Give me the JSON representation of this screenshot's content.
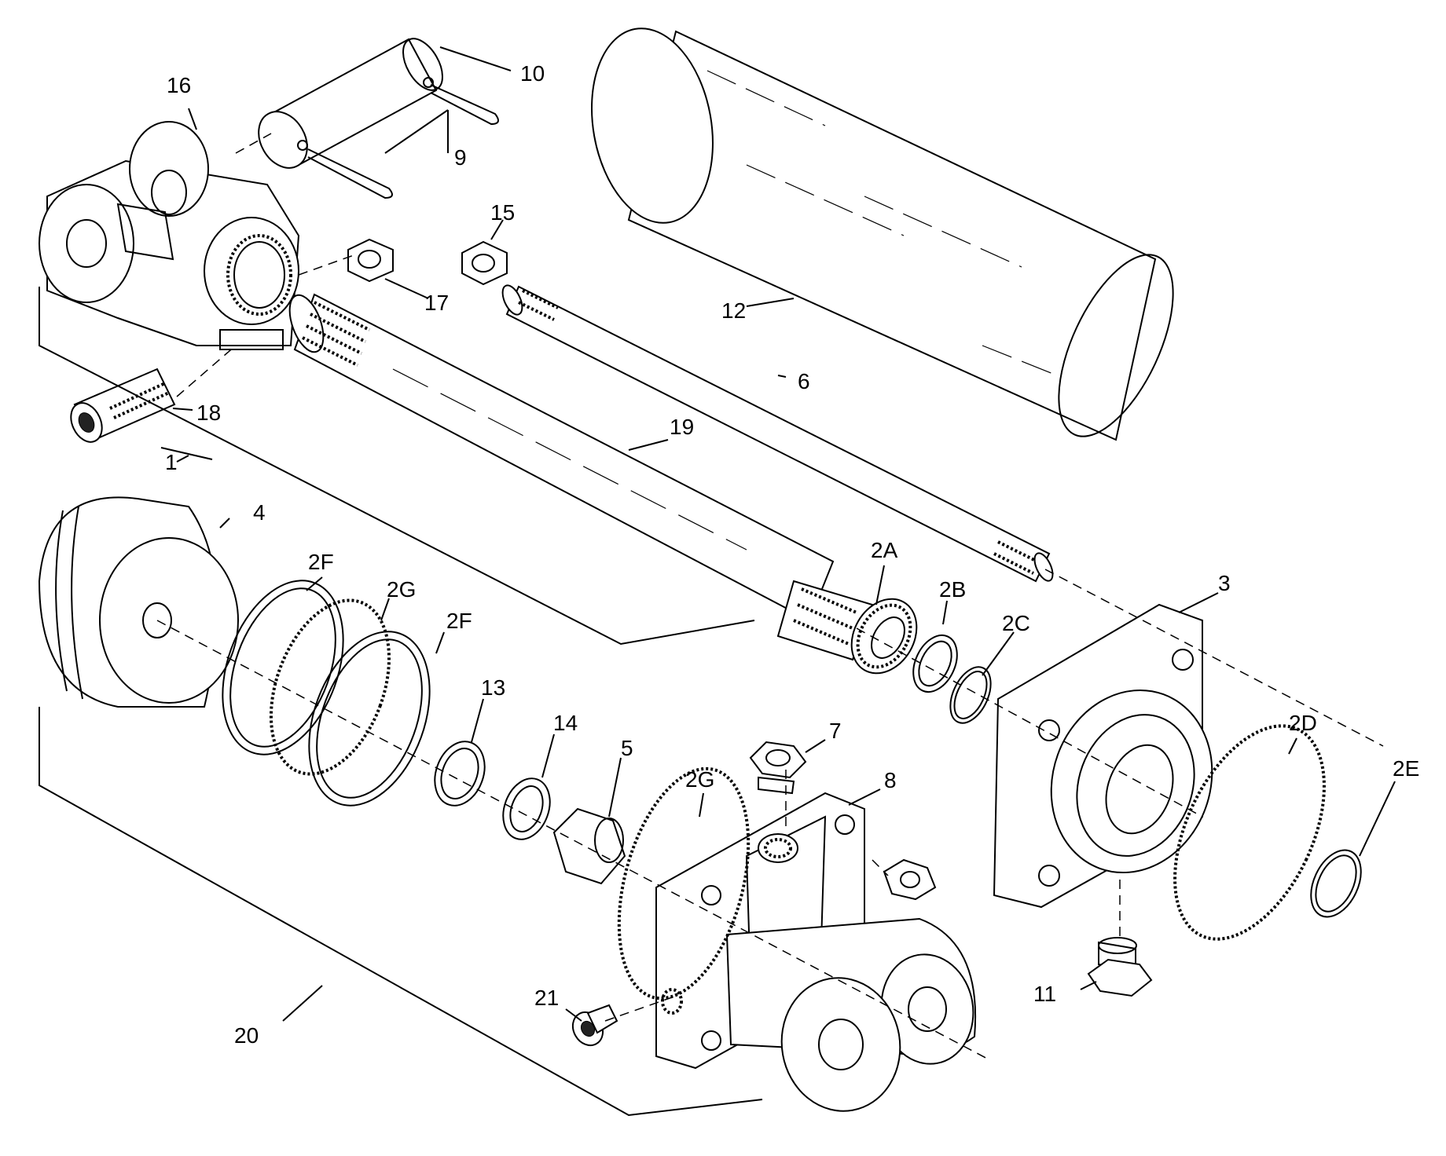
{
  "callouts": [
    {
      "id": "16",
      "label": "16"
    },
    {
      "id": "10",
      "label": "10"
    },
    {
      "id": "9",
      "label": "9"
    },
    {
      "id": "15",
      "label": "15"
    },
    {
      "id": "17",
      "label": "17"
    },
    {
      "id": "12",
      "label": "12"
    },
    {
      "id": "18",
      "label": "18"
    },
    {
      "id": "6",
      "label": "6"
    },
    {
      "id": "19",
      "label": "19"
    },
    {
      "id": "1",
      "label": "1"
    },
    {
      "id": "4",
      "label": "4"
    },
    {
      "id": "2F-a",
      "label": "2F"
    },
    {
      "id": "2G-a",
      "label": "2G"
    },
    {
      "id": "2F-b",
      "label": "2F"
    },
    {
      "id": "2A",
      "label": "2A"
    },
    {
      "id": "2B",
      "label": "2B"
    },
    {
      "id": "2C",
      "label": "2C"
    },
    {
      "id": "3",
      "label": "3"
    },
    {
      "id": "13",
      "label": "13"
    },
    {
      "id": "14",
      "label": "14"
    },
    {
      "id": "5",
      "label": "5"
    },
    {
      "id": "7",
      "label": "7"
    },
    {
      "id": "2G-b",
      "label": "2G"
    },
    {
      "id": "8",
      "label": "8"
    },
    {
      "id": "2D",
      "label": "2D"
    },
    {
      "id": "2E",
      "label": "2E"
    },
    {
      "id": "21",
      "label": "21"
    },
    {
      "id": "11",
      "label": "11"
    },
    {
      "id": "20",
      "label": "20"
    }
  ]
}
